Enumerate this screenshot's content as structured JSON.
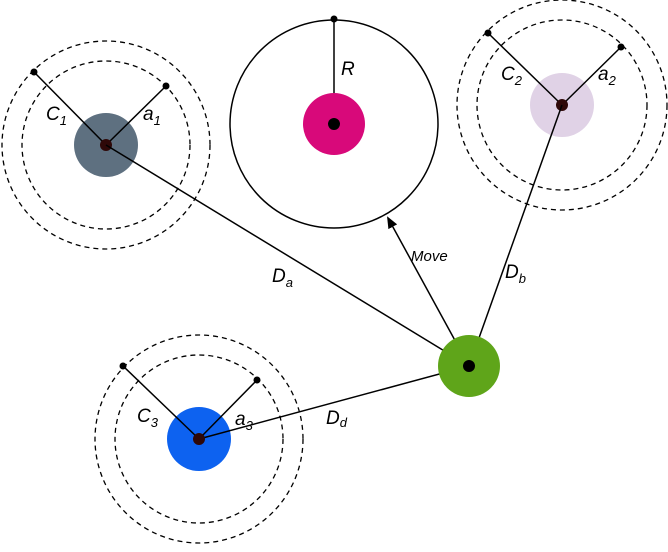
{
  "colors": {
    "node_a": "#5e7080",
    "node_b": "#e0d2e6",
    "node_d": "#0d62f0",
    "target": "#d8097a",
    "agent": "#5fa51a",
    "center_dot": "#2e0808",
    "line": "#000000"
  },
  "labels": {
    "c1": {
      "main": "C",
      "sub": "1"
    },
    "a1": {
      "main": "a",
      "sub": "1"
    },
    "c2": {
      "main": "C",
      "sub": "2"
    },
    "a2": {
      "main": "a",
      "sub": "2"
    },
    "c3": {
      "main": "C",
      "sub": "3"
    },
    "a3": {
      "main": "a",
      "sub": "3"
    },
    "r": "R",
    "move": "Move",
    "da": {
      "main": "D",
      "sub": "a"
    },
    "db": {
      "main": "D",
      "sub": "b"
    },
    "dd": {
      "main": "D",
      "sub": "d"
    }
  }
}
